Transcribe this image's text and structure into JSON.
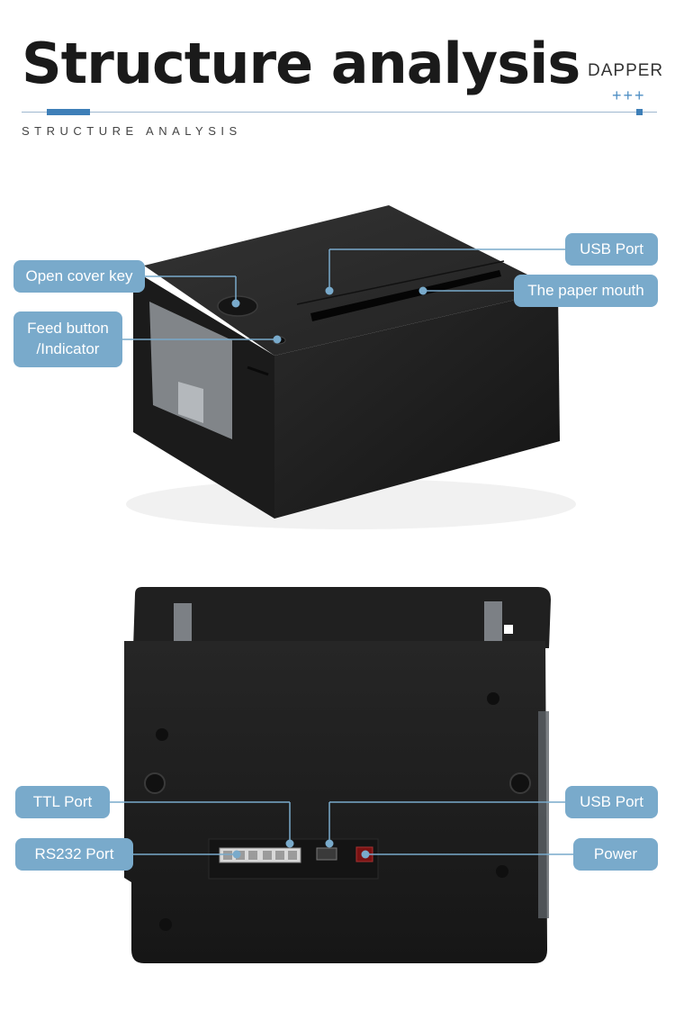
{
  "header": {
    "title": "Structure analysis",
    "brand": "DAPPER",
    "plus": "+++",
    "subtitle": "STRUCTURE ANALYSIS"
  },
  "top_view": {
    "callouts": {
      "usb_port": "USB Port",
      "open_cover_key": "Open cover key",
      "paper_mouth": "The paper mouth",
      "feed_button_line1": "Feed button",
      "feed_button_line2": "/Indicator"
    }
  },
  "rear_view": {
    "callouts": {
      "ttl_port": "TTL Port",
      "usb_port": "USB Port",
      "rs232_port": "RS232 Port",
      "power": "Power"
    }
  },
  "colors": {
    "label_bg": "#79aacb",
    "accent": "#3e7fb8",
    "device_body": "#1e1e1e"
  }
}
